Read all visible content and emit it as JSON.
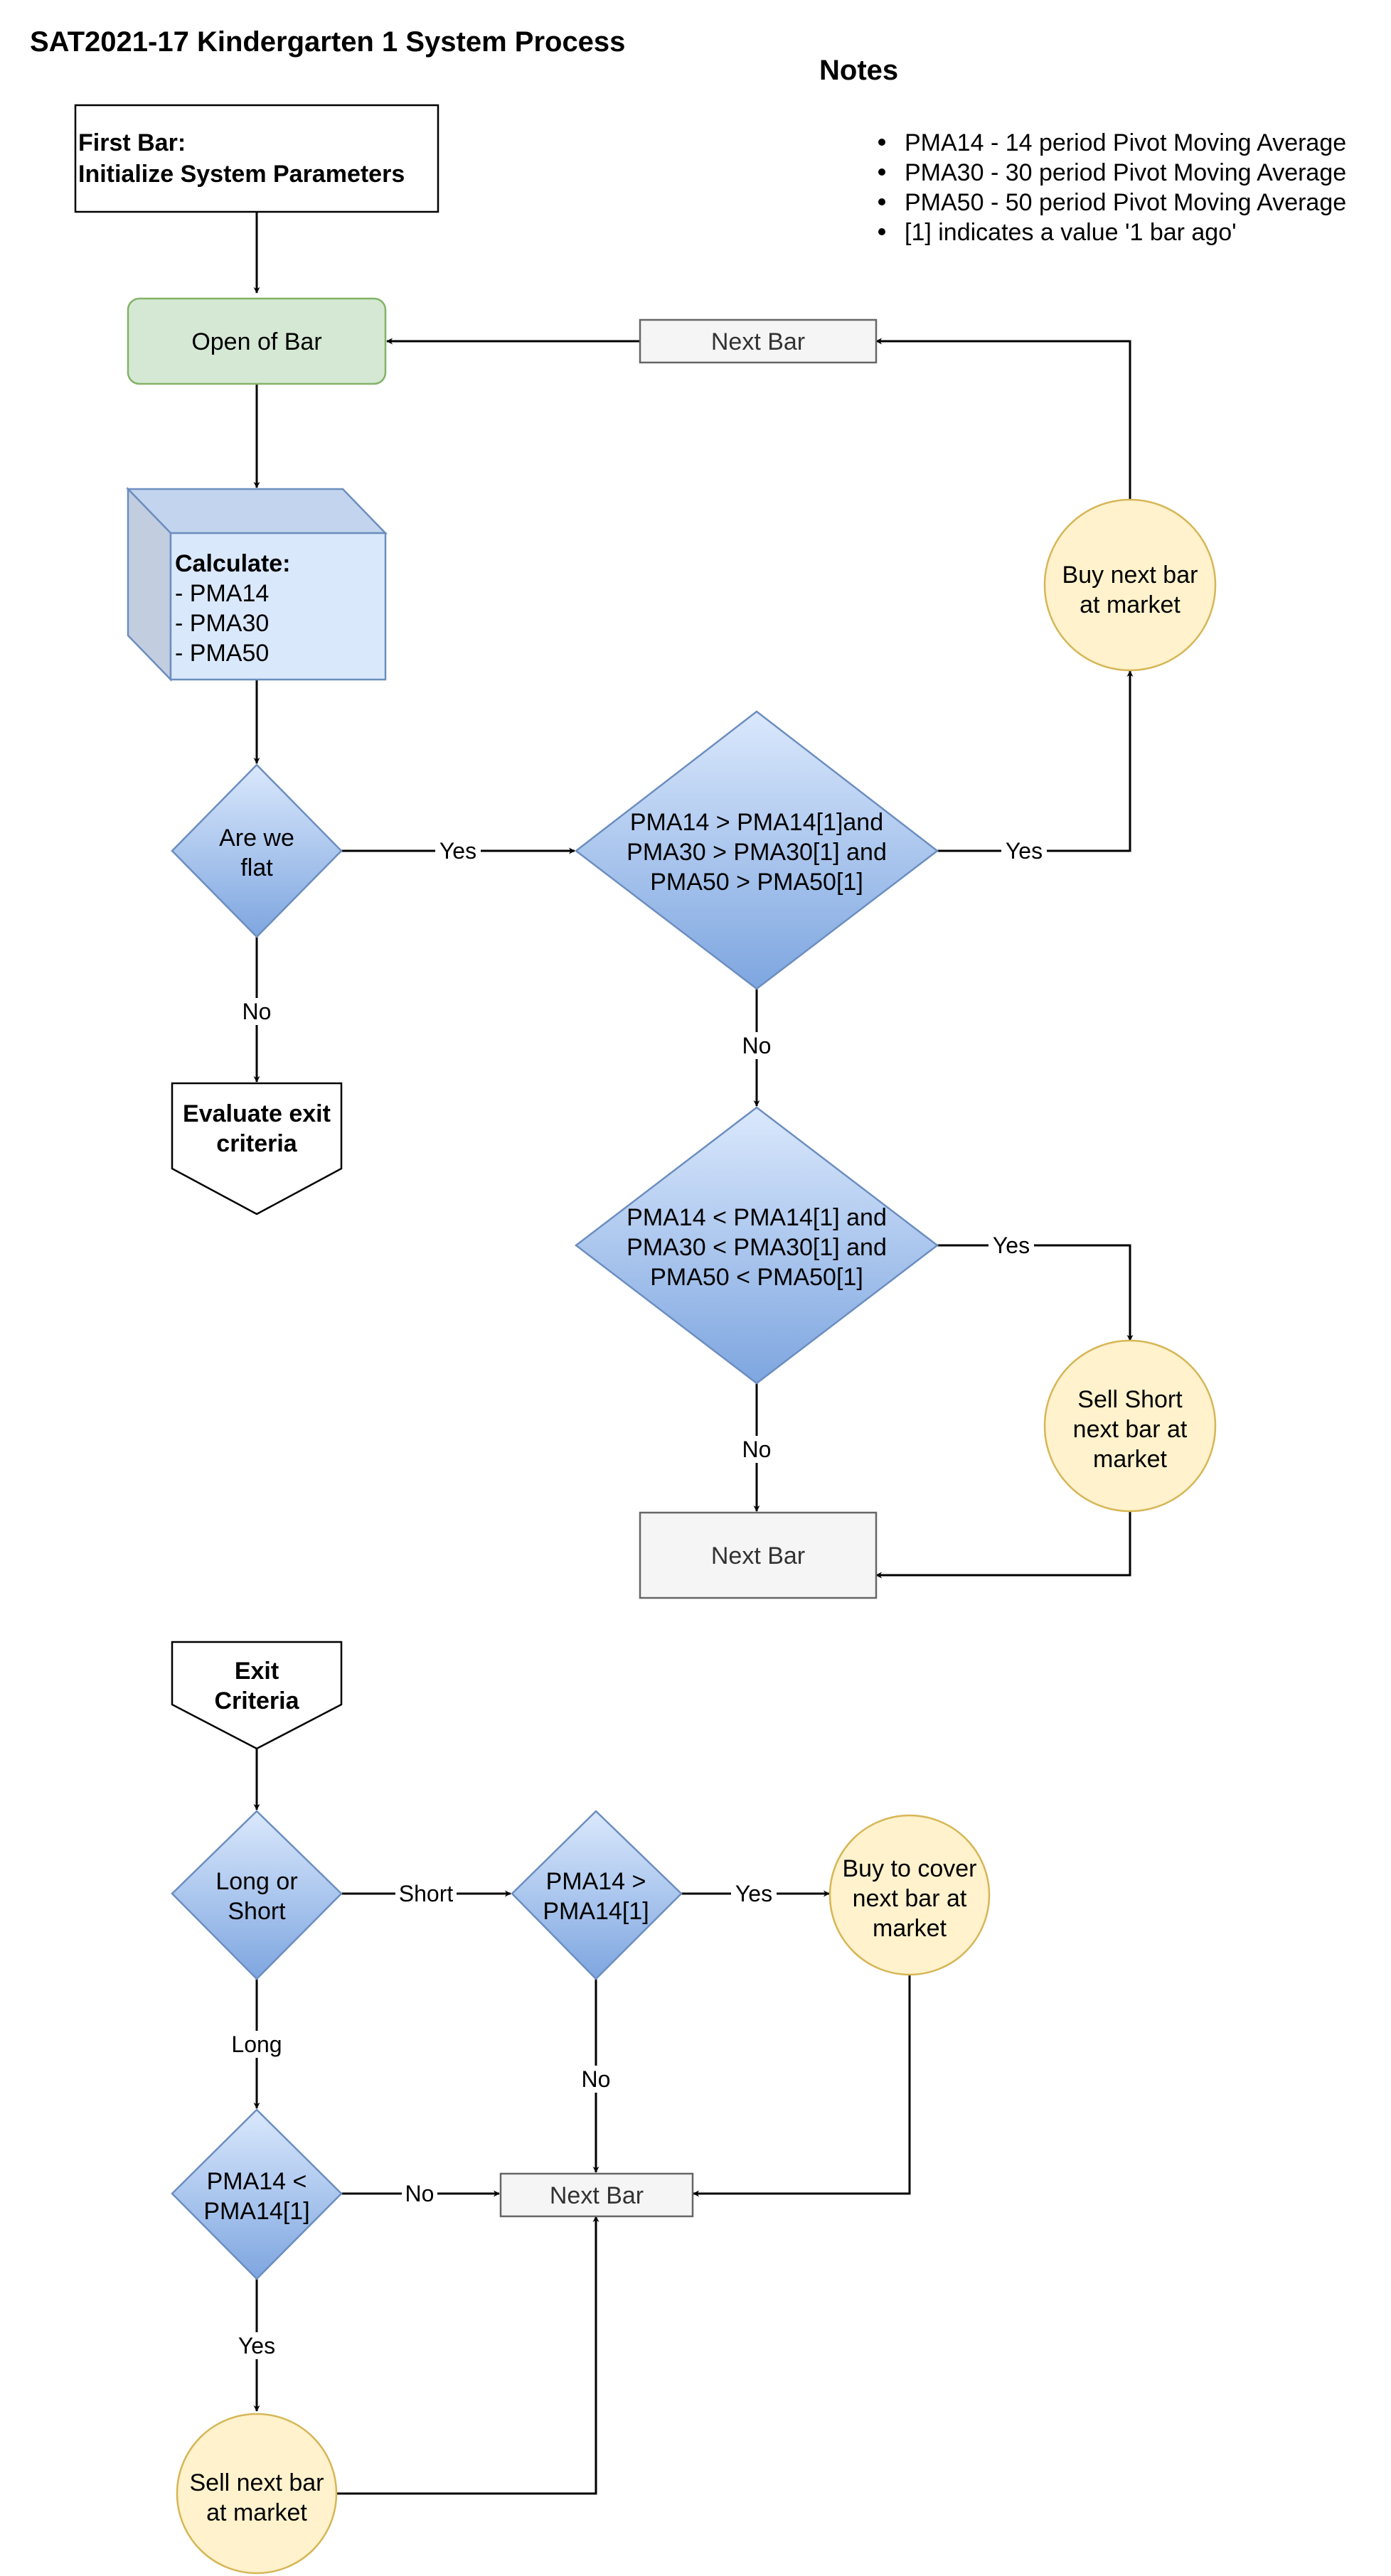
{
  "title": "SAT2021-17 Kindergarten 1 System Process",
  "notes": {
    "heading": "Notes",
    "items": [
      "PMA14 - 14 period Pivot Moving Average",
      "PMA30 - 30 period Pivot Moving Average",
      "PMA50 - 50 period Pivot Moving Average",
      "[1] indicates a value '1 bar ago'"
    ]
  },
  "nodes": {
    "first_bar": {
      "line1": "First Bar:",
      "line2": "Initialize System Parameters"
    },
    "open_of_bar": "Open of Bar",
    "next_bar_top": "Next Bar",
    "calculate": {
      "heading": "Calculate:",
      "lines": [
        "- PMA14",
        "- PMA30",
        "- PMA50"
      ]
    },
    "buy_next_bar": [
      "Buy next bar",
      "at market"
    ],
    "are_we_flat": [
      "Are we",
      "flat"
    ],
    "long_entry_cond": [
      "PMA14 > PMA14[1]and",
      "PMA30 > PMA30[1] and",
      "PMA50 > PMA50[1]"
    ],
    "evaluate_exit": [
      "Evaluate exit",
      "criteria"
    ],
    "short_entry_cond": [
      "PMA14 < PMA14[1] and",
      "PMA30 < PMA30[1] and",
      "PMA50 < PMA50[1]"
    ],
    "sell_short": [
      "Sell Short",
      "next bar at",
      "market"
    ],
    "next_bar_mid": "Next Bar",
    "exit_criteria": [
      "Exit",
      "Criteria"
    ],
    "long_or_short": [
      "Long or",
      "Short"
    ],
    "pma14_gt": [
      "PMA14 >",
      "PMA14[1]"
    ],
    "buy_to_cover": [
      "Buy to cover",
      "next bar at",
      "market"
    ],
    "pma14_lt": [
      "PMA14 <",
      "PMA14[1]"
    ],
    "next_bar_bottom": "Next Bar",
    "sell_next_bar": [
      "Sell next bar",
      "at market"
    ]
  },
  "edge_labels": {
    "flat_yes": "Yes",
    "long_yes": "Yes",
    "flat_no": "No",
    "long_no": "No",
    "short_yes": "Yes",
    "short_no": "No",
    "short_branch": "Short",
    "gt_yes": "Yes",
    "long_branch": "Long",
    "gt_no": "No",
    "lt_no": "No",
    "lt_yes": "Yes"
  }
}
